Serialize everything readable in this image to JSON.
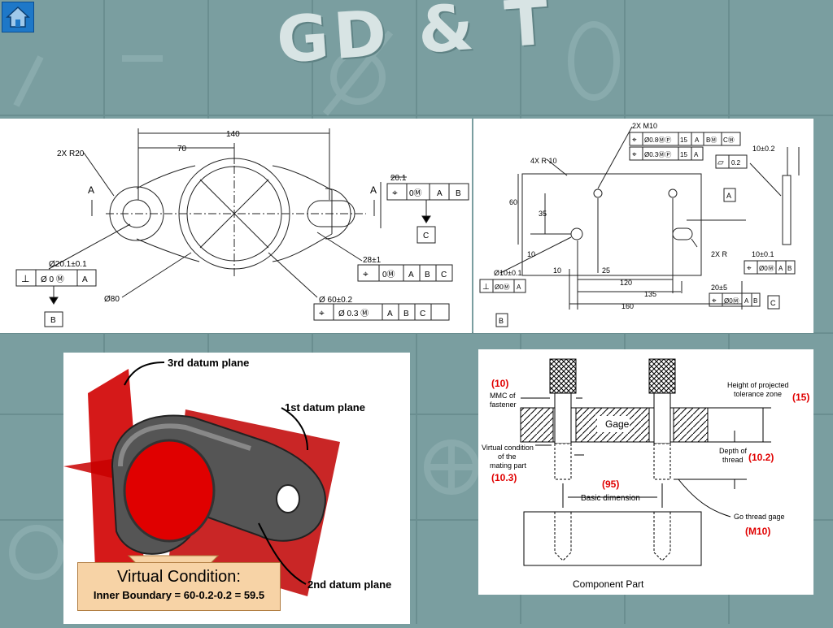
{
  "slide": {
    "title": "GD & T",
    "home_icon": "home-icon"
  },
  "drawing1": {
    "dim_140": "140",
    "dim_70": "70",
    "radius": "2X R20",
    "section_left": "A",
    "section_right": "A",
    "dim_201": "20.1",
    "fcf_right": [
      "⌖",
      "0Ⓜ",
      "A",
      "B"
    ],
    "datum_c": "C",
    "dim_hole": "Ø20.1±0.1",
    "fcf_perp": [
      "⊥",
      "Ø 0 Ⓜ",
      "A"
    ],
    "datum_b": "B",
    "dim_80": "Ø80",
    "dim_28": "28±1",
    "fcf_slot": [
      "⌖",
      "0Ⓜ",
      "A",
      "B",
      "C"
    ],
    "dim_60": "Ø 60±0.2",
    "fcf_bore": [
      "⌖",
      "Ø 0.3 Ⓜ",
      "A",
      "B",
      "C"
    ]
  },
  "drawing2": {
    "thread": "2X M10",
    "fcf1": [
      "⌖",
      "Ø0.8ⓂⓅ",
      "15",
      "A",
      "BⓂ",
      "CⓂ"
    ],
    "fcf2": [
      "⌖",
      "Ø0.3ⓂⓅ",
      "15",
      "A"
    ],
    "radius": "4X R 10",
    "dim_60": "60",
    "dim_35": "35",
    "dim_10a": "10",
    "dim_10b": "10",
    "dim_25": "25",
    "dim_120": "120",
    "dim_135": "135",
    "dim_160": "160",
    "flat": [
      "▱",
      "0.2"
    ],
    "datum_a": "A",
    "thick": "10±0.2",
    "slot_r": "2X R",
    "hole": "Ø10±0.1",
    "fcf_perp": [
      "⊥",
      "Ø0Ⓜ",
      "A"
    ],
    "datum_b": "B",
    "dim_1001": "10±0.1",
    "fcf_pos": [
      "⌖",
      "Ø0Ⓜ",
      "A",
      "B"
    ],
    "datum_c": "C",
    "dim_20": "20±5",
    "fcf_slot": [
      "⌖",
      "Ø0Ⓜ",
      "A",
      "B"
    ]
  },
  "diagram3": {
    "third_plane": "3rd datum plane",
    "first_plane": "1st datum plane",
    "second_plane": "2nd datum plane",
    "vc_title": "Virtual Condition:",
    "vc_formula": "Inner Boundary = 60-0.2-0.2 = 59.5"
  },
  "diagram4": {
    "mmc_value": "(10)",
    "mmc_label1": "MMC of",
    "mmc_label2": "fastener",
    "gage": "Gage",
    "height_label1": "Height of projected",
    "height_label2": "tolerance zone",
    "height_value": "(15)",
    "vc_label1": "Virtual condition",
    "vc_label2": "of the",
    "vc_label3": "mating part",
    "vc_value": "(10.3)",
    "depth_label1": "Depth of",
    "depth_label2": "thread",
    "depth_value": "(10.2)",
    "basic_value": "(95)",
    "basic_label": "Basic dimension",
    "go_label": "Go thread gage",
    "go_value": "(M10)",
    "component": "Component Part"
  },
  "colors": {
    "background": "#7a9ea0",
    "datum_red": "#c00000",
    "callout_orange": "#f7d3a6",
    "annotation_red": "#e00000"
  }
}
